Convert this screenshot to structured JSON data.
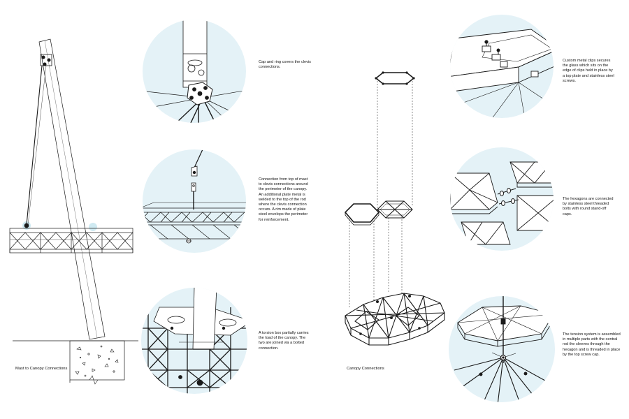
{
  "captions": {
    "left_section": "Mast to Canopy Connections",
    "center_section": "Canopy Connections"
  },
  "callouts": {
    "cap_ring": [
      "Cap and ring covers the clevis",
      "connections."
    ],
    "mast_clevis": [
      "Connection from top of mast",
      "to clevis connections around",
      "the perimeter of the canopy.",
      "An additional plate metal is",
      "welded to the top of the rod",
      "where the clevis connection",
      "occurs.  A rim made of plate",
      "steel envelops the perimeter",
      "for reinforcement."
    ],
    "torsion_box": [
      "A torsion box partially carries",
      "the load of the canopy.  The",
      "two are joined via a bolted",
      "connection."
    ],
    "glass_clips": [
      "Custom metal clips secures",
      "the glass which sits on the",
      "edge of clips held in place by",
      "a top plate and stainless steel",
      "screws."
    ],
    "hex_bolts": [
      "The hexagons are connected",
      "by stainless steel threaded",
      "bolts with round stand-off",
      "caps."
    ],
    "tension_system": [
      "The tension system is assembled",
      "in multiple parts with the central",
      "rod the sleeves through the",
      "hexagon and is threaded in place",
      "by the top screw cap."
    ]
  },
  "colors": {
    "detail_circle": "#e4f2f7",
    "line": "#1a1a1a",
    "highlight": "#bfe3ee"
  }
}
